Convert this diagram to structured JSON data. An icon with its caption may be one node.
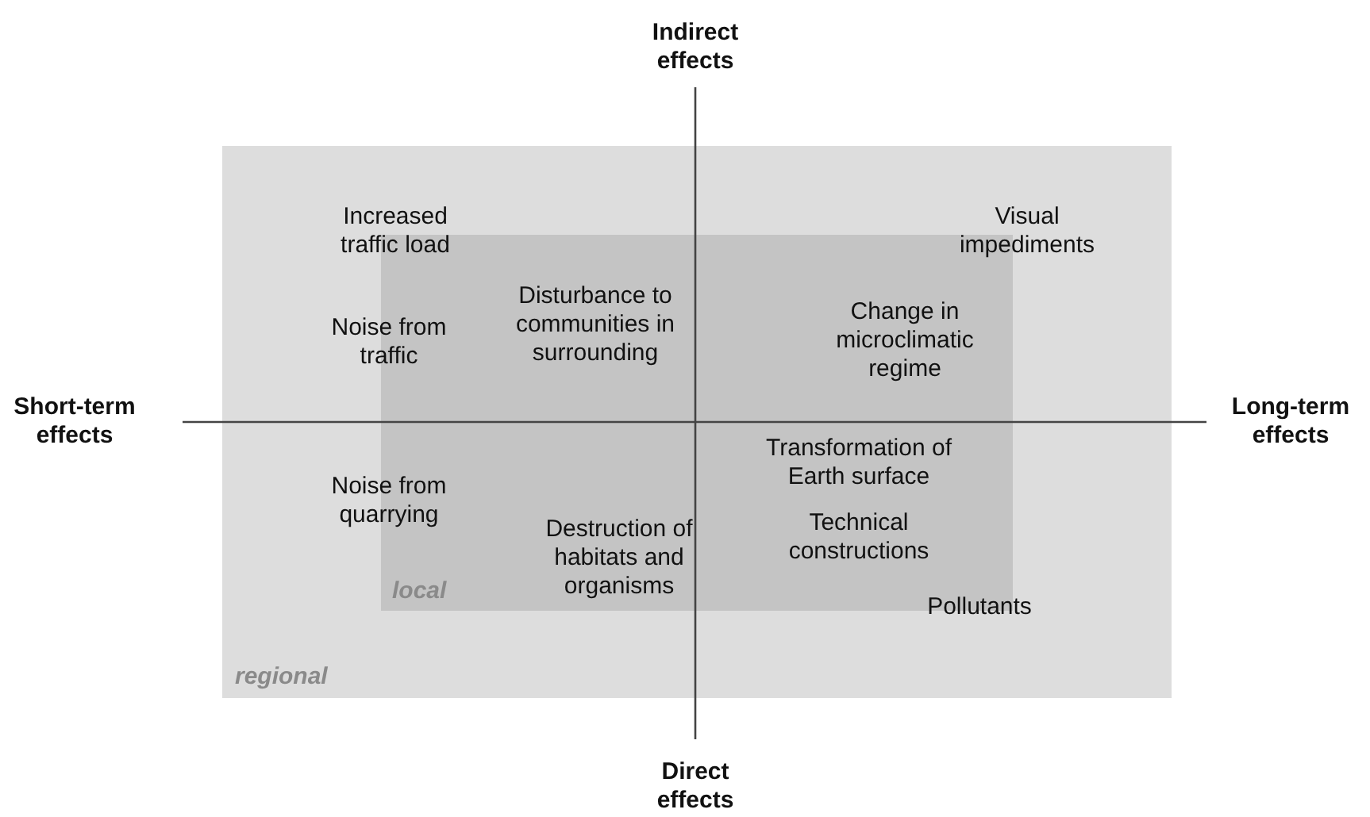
{
  "diagram": {
    "nodes": [
      {
        "text": [
          "regional"
        ]
      },
      {
        "text": [
          "local"
        ],
        "in": 0
      }
    ],
    "edges": [],
    "labels": [
      "Indirect effects",
      "Increased traffic load",
      "Visual impediments",
      "Disturbance to communities in surrounding",
      "Change in microclimatic regime",
      "Noise from traffic",
      "Short-term effects",
      "Long-term effects",
      "Transformation of Earth surface",
      "Noise from quarrying",
      "Technical constructions",
      "Destruction of habitats and organisms",
      "Pollutants",
      "Direct effects"
    ]
  }
}
